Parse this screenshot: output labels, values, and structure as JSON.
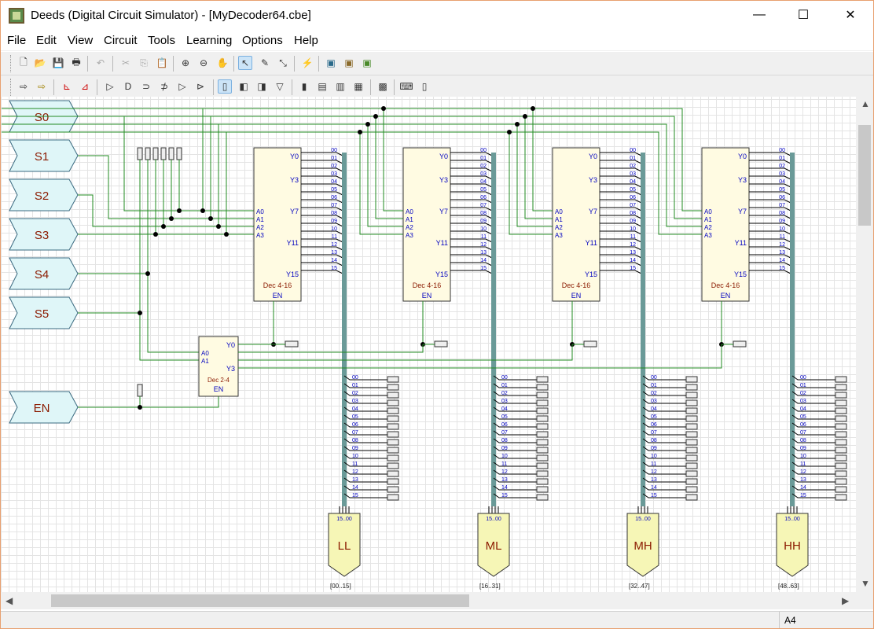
{
  "window": {
    "title": "Deeds (Digital Circuit Simulator) - [MyDecoder64.cbe]",
    "minimize": "—",
    "maximize": "☐",
    "close": "✕"
  },
  "menu": [
    {
      "label": "File"
    },
    {
      "label": "Edit"
    },
    {
      "label": "View"
    },
    {
      "label": "Circuit"
    },
    {
      "label": "Tools"
    },
    {
      "label": "Learning"
    },
    {
      "label": "Options"
    },
    {
      "label": "Help"
    }
  ],
  "toolbar1": {
    "icons": [
      "new-file-icon",
      "open-folder-icon",
      "save-icon",
      "print-icon",
      "undo-icon",
      "cut-icon",
      "copy-icon",
      "paste-icon",
      "zoom-in-icon",
      "zoom-out-icon",
      "hand-pan-icon",
      "pointer-icon",
      "eraser-icon",
      "wire-tool-icon",
      "fpga-chip-icon",
      "fpga-chip-2-icon",
      "fpga-chip-3-icon"
    ]
  },
  "toolbar2": {
    "icons": [
      "input-port-icon",
      "output-port-icon",
      "clock-icon",
      "probe-icon",
      "buffer-gate-icon",
      "and-gate-icon",
      "or-gate-icon",
      "xor-gate-icon",
      "nand-gate-icon",
      "nor-gate-icon",
      "mux-icon",
      "demux-icon",
      "encoder-icon",
      "decoder-icon",
      "flip-flop-icon",
      "register-icon",
      "counter-icon",
      "display-icon",
      "memory-icon",
      "keyboard-icon",
      "terminal-icon"
    ]
  },
  "circuit": {
    "inputs": [
      "S0",
      "S1",
      "S2",
      "S3",
      "S4",
      "S5",
      "EN"
    ],
    "decoder16": {
      "addr_pins": [
        "A0",
        "A1",
        "A2",
        "A3"
      ],
      "out_pins": [
        "Y0",
        "Y3",
        "Y7",
        "Y11",
        "Y15"
      ],
      "name": "Dec 4-16",
      "enable": "EN"
    },
    "decoder4": {
      "addr_pins": [
        "A0",
        "A1"
      ],
      "out_pins": [
        "Y0",
        "Y3"
      ],
      "name": "Dec 2-4",
      "enable": "EN"
    },
    "bus_lines": [
      "00",
      "01",
      "02",
      "03",
      "04",
      "05",
      "06",
      "07",
      "08",
      "09",
      "10",
      "11",
      "12",
      "13",
      "14",
      "15"
    ],
    "bus_outputs": [
      {
        "name": "LL",
        "range": "[00..15]",
        "top": "15..00"
      },
      {
        "name": "ML",
        "range": "[16..31]",
        "top": "15..00"
      },
      {
        "name": "MH",
        "range": "[32..47]",
        "top": "15..00"
      },
      {
        "name": "HH",
        "range": "[48..63]",
        "top": "15..00"
      }
    ]
  },
  "status": {
    "page_format": "A4"
  },
  "colors": {
    "wire": "#228b22",
    "bus": "#6a9a98",
    "port_fill": "#dff6f8",
    "chip_fill": "#fffbe2",
    "bus_out_fill": "#f6f6b6",
    "label_red": "#8b1a00",
    "pin_blue": "#0000c0"
  }
}
